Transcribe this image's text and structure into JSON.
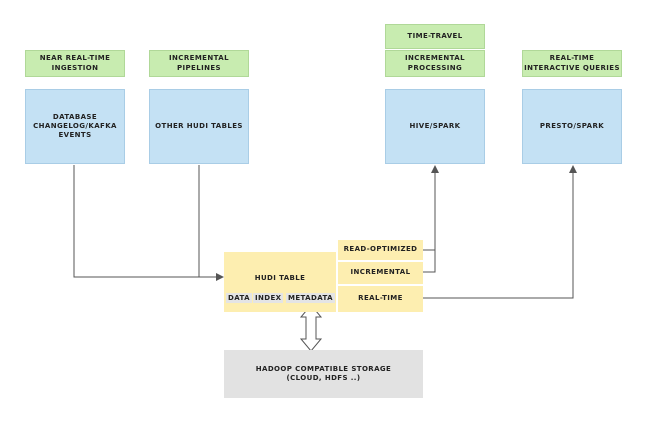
{
  "labels": {
    "near_realtime": "NEAR REAL-TIME\nINGESTION",
    "incremental_pipelines": "INCREMENTAL\nPIPELINES",
    "time_travel": "TIME-TRAVEL",
    "incremental_processing": "INCREMENTAL\nPROCESSING",
    "realtime_queries": "REAL-TIME\nINTERACTIVE QUERIES"
  },
  "sources": {
    "database": "DATABASE\nCHANGELOG/KAFKA\nEVENTS",
    "other_hudi": "OTHER HUDI TABLES"
  },
  "engines": {
    "hive_spark": "HIVE/SPARK",
    "presto_spark": "PRESTO/SPARK"
  },
  "hudi": {
    "title": "HUDI TABLE",
    "tags": [
      "DATA",
      "INDEX",
      "METADATA"
    ]
  },
  "views": {
    "read_optimized": "READ-OPTIMIZED",
    "incremental": "INCREMENTAL",
    "realtime": "REAL-TIME"
  },
  "storage": "HADOOP COMPATIBLE STORAGE\n(CLOUD, HDFS ..)"
}
